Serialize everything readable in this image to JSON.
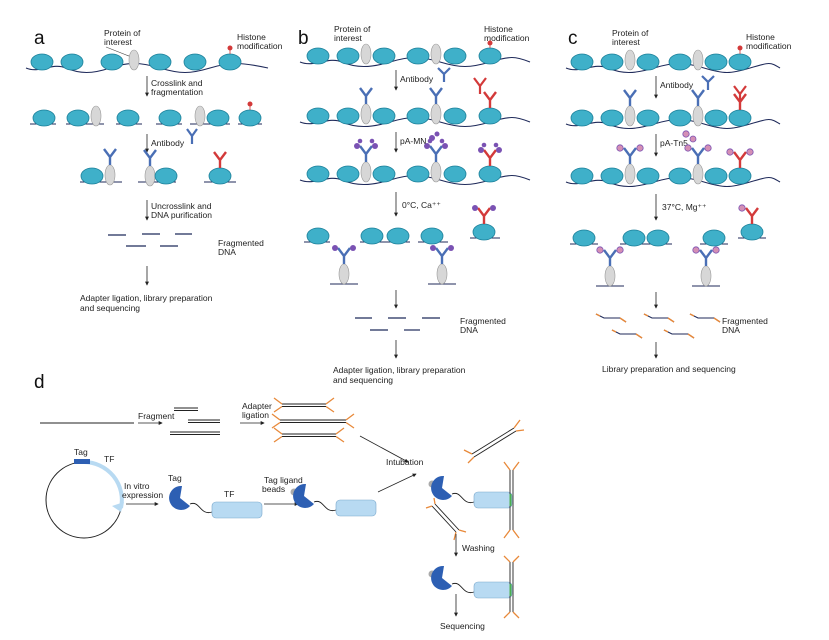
{
  "panels": {
    "a": {
      "letter": "a",
      "protein_label_1": "Protein of",
      "protein_label_2": "interest",
      "histone_label_1": "Histone",
      "histone_label_2": "modification",
      "step1_1": "Crosslink and",
      "step1_2": "fragmentation",
      "step2": "Antibody",
      "step3_1": "Uncrosslink and",
      "step3_2": "DNA purification",
      "fragmented_1": "Fragmented",
      "fragmented_2": "DNA",
      "final_1": "Adapter ligation, library preparation",
      "final_2": "and sequencing"
    },
    "b": {
      "letter": "b",
      "protein_label_1": "Protein of",
      "protein_label_2": "interest",
      "histone_label_1": "Histone",
      "histone_label_2": "modification",
      "step1": "Antibody",
      "step2": "pA-MN",
      "step3": "0°C,  Ca⁺⁺",
      "fragmented_1": "Fragmented",
      "fragmented_2": "DNA",
      "final_1": "Adapter ligation, library preparation",
      "final_2": "and sequencing"
    },
    "c": {
      "letter": "c",
      "protein_label_1": "Protein of",
      "protein_label_2": "interest",
      "histone_label_1": "Histone",
      "histone_label_2": "modification",
      "step1": "Antibody",
      "step2": "pA-Tn5",
      "step3": "37°C,  Mg⁺⁺",
      "fragmented_1": "Fragmented",
      "fragmented_2": "DNA",
      "final": "Library preparation and sequencing"
    },
    "d": {
      "letter": "d",
      "fragment": "Fragment",
      "adapter_1": "Adapter",
      "adapter_2": "ligation",
      "tag": "Tag",
      "tf": "TF",
      "invitro_1": "In vitro",
      "invitro_2": "expression",
      "tag2": "Tag",
      "tf2": "TF",
      "tagligand_1": "Tag ligand",
      "tagligand_2": "beads",
      "intubation": "Intubation",
      "washing": "Washing",
      "sequencing": "Sequencing"
    }
  },
  "colors": {
    "nucleosome": "#3fb0c9",
    "nucleosome_dark": "#1b7f99",
    "dna": "#1f2a5a",
    "protein": "#d7d7d7",
    "antibody_blue": "#4a6fb5",
    "antibody_red": "#d33a3a",
    "pA": "#7a52b3",
    "tn5": "#d48fb5",
    "adapter": "#e8893a",
    "tf_box": "#b8daf2",
    "tag_bead": "#2d5fb3",
    "bead": "#aaaaaa"
  }
}
